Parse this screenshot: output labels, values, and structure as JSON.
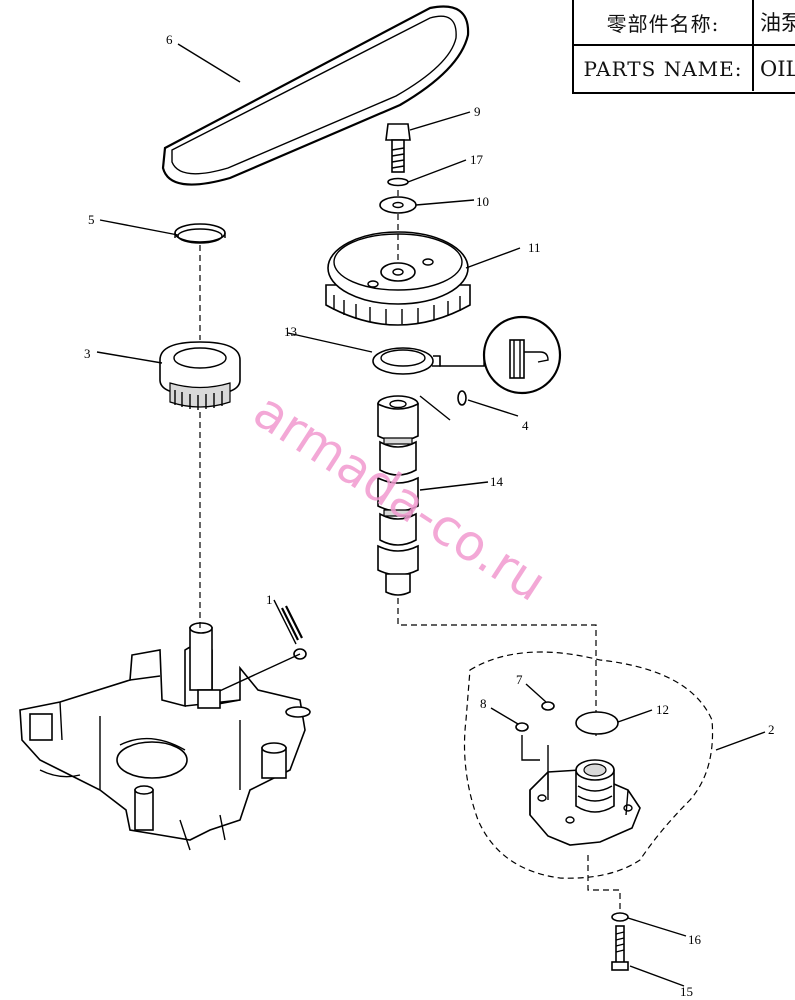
{
  "title_block": {
    "cn_label": "零部件名称:",
    "cn_value": "油泵",
    "en_label": "PARTS NAME:",
    "en_value": "OIL"
  },
  "callouts": [
    "1",
    "2",
    "3",
    "4",
    "5",
    "6",
    "7",
    "8",
    "9",
    "10",
    "11",
    "12",
    "13",
    "14",
    "15",
    "16",
    "17"
  ],
  "watermark": "armada-co.ru"
}
